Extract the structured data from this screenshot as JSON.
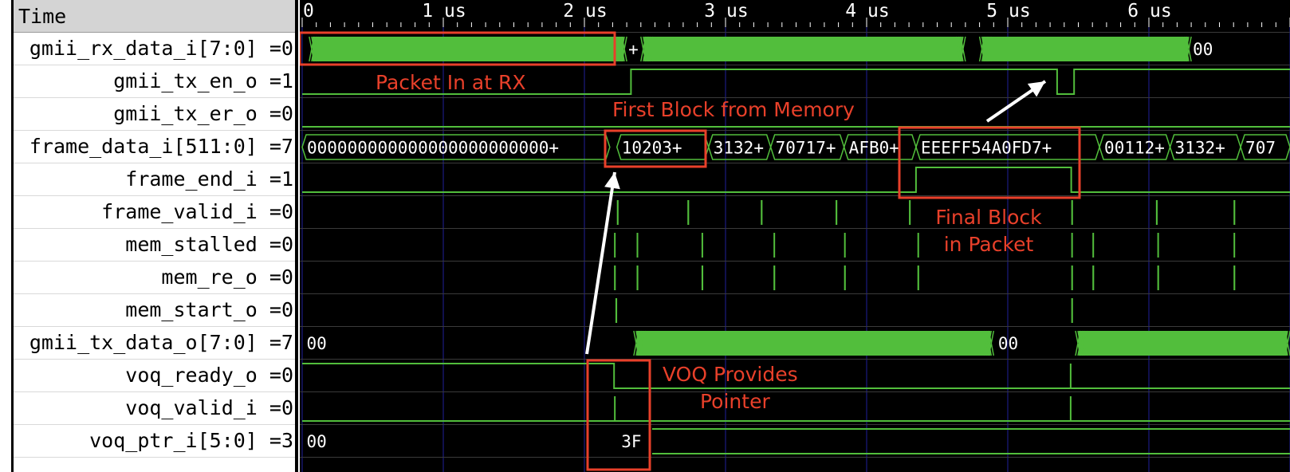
{
  "header_label": "Time",
  "signals": [
    {
      "id": "rx_data",
      "name": "gmii_rx_data_i[7:0] =0"
    },
    {
      "id": "tx_en",
      "name": "gmii_tx_en_o =1"
    },
    {
      "id": "tx_er",
      "name": "gmii_tx_er_o =0"
    },
    {
      "id": "frame_data",
      "name": "frame_data_i[511:0] =7"
    },
    {
      "id": "frame_end",
      "name": "frame_end_i =1"
    },
    {
      "id": "frame_valid",
      "name": "frame_valid_i =0"
    },
    {
      "id": "mem_stalled",
      "name": "mem_stalled =0"
    },
    {
      "id": "mem_re",
      "name": "mem_re_o =0"
    },
    {
      "id": "mem_start",
      "name": "mem_start_o =0"
    },
    {
      "id": "tx_data",
      "name": "gmii_tx_data_o[7:0] =7"
    },
    {
      "id": "voq_ready",
      "name": "voq_ready_o =0"
    },
    {
      "id": "voq_valid",
      "name": "voq_valid_i =0"
    },
    {
      "id": "voq_ptr",
      "name": "voq_ptr_i[5:0] =3"
    }
  ],
  "timeline": {
    "unit": "us",
    "tick_labels": [
      "0",
      "1 us",
      "2 us",
      "3 us",
      "4 us",
      "5 us",
      "6 us"
    ]
  },
  "waveforms": {
    "rx_data": [
      {
        "kind": "busy",
        "from": 0.05,
        "to": 2.3
      },
      {
        "kind": "text",
        "at": 2.3,
        "label": "+"
      },
      {
        "kind": "busy",
        "from": 2.4,
        "to": 4.7
      },
      {
        "kind": "busy",
        "from": 4.8,
        "to": 6.3
      },
      {
        "kind": "text",
        "at": 6.3,
        "label": "00"
      }
    ],
    "tx_en": [
      {
        "kind": "bit",
        "points": [
          [
            0,
            0
          ],
          [
            2.33,
            0
          ],
          [
            2.33,
            1
          ],
          [
            5.35,
            1
          ],
          [
            5.35,
            0
          ],
          [
            5.47,
            0
          ],
          [
            5.47,
            1
          ],
          [
            7.0,
            1
          ]
        ]
      }
    ],
    "tx_er": [
      {
        "kind": "bit",
        "points": [
          [
            0,
            0
          ],
          [
            7.0,
            0
          ]
        ]
      }
    ],
    "frame_data": [
      {
        "from": 0.0,
        "to": 2.18,
        "label": "000000000000000000000000+"
      },
      {
        "from": 2.23,
        "to": 2.88,
        "label": "10203+"
      },
      {
        "from": 2.88,
        "to": 3.32,
        "label": "3132+"
      },
      {
        "from": 3.32,
        "to": 3.84,
        "label": "70717+"
      },
      {
        "from": 3.84,
        "to": 4.35,
        "label": "AFB0+"
      },
      {
        "from": 4.35,
        "to": 5.65,
        "label": "EEEFF54A0FD7+"
      },
      {
        "from": 5.65,
        "to": 6.15,
        "label": "00112+"
      },
      {
        "from": 6.15,
        "to": 6.65,
        "label": "3132+"
      },
      {
        "from": 6.65,
        "to": 7.0,
        "label": "707"
      }
    ],
    "frame_end": [
      {
        "kind": "bit",
        "points": [
          [
            0,
            0
          ],
          [
            4.35,
            0
          ],
          [
            4.35,
            1
          ],
          [
            5.45,
            1
          ],
          [
            5.45,
            0
          ],
          [
            7.0,
            0
          ]
        ]
      }
    ],
    "frame_valid": [
      {
        "kind": "pulses",
        "times": [
          2.23,
          2.73,
          3.25,
          3.78,
          4.3,
          5.45,
          6.05,
          6.6
        ],
        "width": 0.012
      }
    ],
    "mem_stalled": [
      {
        "kind": "pulses",
        "times": [
          2.21,
          2.37,
          2.83,
          3.34,
          3.84,
          4.36,
          5.45,
          5.6,
          6.06,
          6.6
        ],
        "width": 0.01
      }
    ],
    "mem_re": [
      {
        "kind": "pulses",
        "times": [
          2.21,
          2.37,
          2.83,
          3.34,
          3.84,
          4.36,
          5.45,
          5.6,
          6.06,
          6.6
        ],
        "width": 0.012
      }
    ],
    "mem_start": [
      {
        "kind": "pulses",
        "times": [
          2.22,
          5.45
        ],
        "width": 0.012
      }
    ],
    "tx_data": [
      {
        "kind": "text",
        "at": 0.02,
        "label": "00"
      },
      {
        "kind": "busy",
        "from": 2.35,
        "to": 4.9
      },
      {
        "kind": "text",
        "at": 4.92,
        "label": "00"
      },
      {
        "kind": "busy",
        "from": 5.48,
        "to": 7.0
      }
    ],
    "voq_ready": [
      {
        "kind": "bit",
        "points": [
          [
            0,
            1
          ],
          [
            2.21,
            1
          ],
          [
            2.21,
            0
          ],
          [
            5.45,
            0
          ],
          [
            5.45,
            0
          ],
          [
            7.0,
            0
          ]
        ]
      },
      {
        "kind": "pulses",
        "times": [
          5.44
        ],
        "width": 0.008
      }
    ],
    "voq_valid": [
      {
        "kind": "bit",
        "points": [
          [
            0,
            0
          ],
          [
            7.0,
            0
          ]
        ]
      },
      {
        "kind": "pulses",
        "times": [
          2.21,
          5.44
        ],
        "width": 0.008
      }
    ],
    "voq_ptr": [
      {
        "kind": "text",
        "at": 0.02,
        "label": "00"
      },
      {
        "kind": "text",
        "at": 2.25,
        "label": "3F"
      },
      {
        "kind": "bus",
        "from": 2.48,
        "to": 7.0
      }
    ]
  },
  "annotations": {
    "packet_in": "Packet In at RX",
    "first_block": "First Block from Memory",
    "final_block_1": "Final Block",
    "final_block_2": "in Packet",
    "voq_1": "VOQ Provides",
    "voq_2": "Pointer"
  },
  "colors": {
    "wave": "#52be3c",
    "background": "#000000",
    "grid": "#1f1f9a",
    "annotation": "#e8402a",
    "arrow": "#ffffff",
    "bus_text": "#ffffff"
  }
}
